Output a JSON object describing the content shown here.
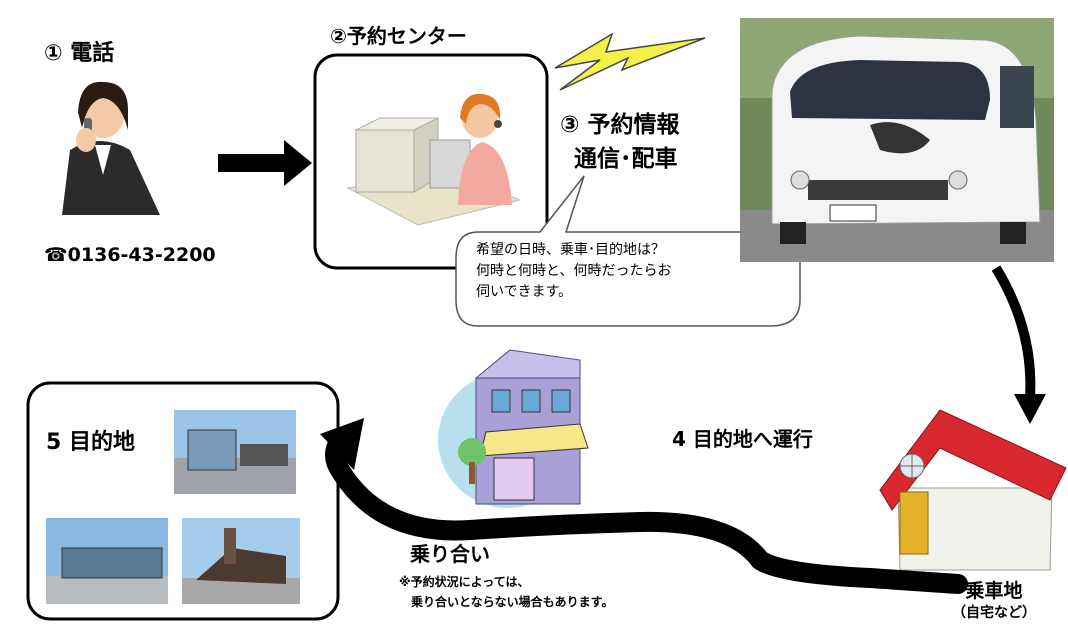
{
  "step1": {
    "label": "① 電話",
    "phone": "☎0136-43-2200"
  },
  "step2": {
    "label": "②予約センター"
  },
  "step3": {
    "line1": "③ 予約情報",
    "line2": "通信･配車"
  },
  "bubble": {
    "line1": "希望の日時、乗車･目的地は？",
    "line2": "何時と何時と、何時だったらお",
    "line3": "伺いできます。"
  },
  "step4": {
    "label": "4  目的地へ運行"
  },
  "step5": {
    "label": "5 目的地"
  },
  "ride": {
    "label": "乗り合い",
    "note1": "※予約状況によっては、",
    "note2": "乗り合いとならない場合もあります。"
  },
  "pickup": {
    "label": "乗車地",
    "sub": "（自宅など）"
  },
  "colors": {
    "arrow": "#000000",
    "lightning": "#f5f04a",
    "house_roof": "#d9272e",
    "van": "#f4f4f4"
  }
}
